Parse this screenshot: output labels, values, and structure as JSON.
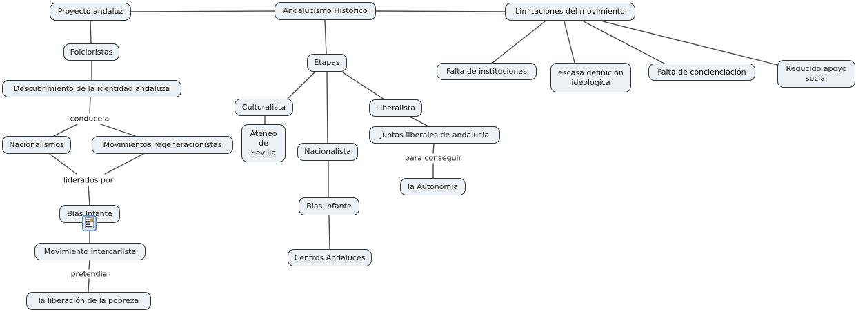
{
  "colors": {
    "background": "#ffffff",
    "node_fill": "#ebf1f4",
    "node_border": "#333333",
    "connector": "#4a4a4a",
    "text": "#141414",
    "resource_icon_border": "#4d7ec3",
    "resource_icon_fill": "#dce9f8"
  },
  "concept_map": {
    "nodes": [
      {
        "id": "proyecto-andaluz",
        "label": "Proyecto andaluz"
      },
      {
        "id": "andalucismo-historico",
        "label": "Andalucismo Histórico"
      },
      {
        "id": "limitaciones-del-movimiento",
        "label": "Limitaciones del movimiento"
      },
      {
        "id": "folcloristas",
        "label": "Folcloristas"
      },
      {
        "id": "descubrimiento-identidad",
        "label": "Descubrimiento de la identidad andaluza"
      },
      {
        "id": "nacionalismos",
        "label": "Nacionalismos"
      },
      {
        "id": "movimientos-regeneracionistas",
        "label": "Movimientos regeneracionistas"
      },
      {
        "id": "blas-infante-1",
        "label": "Blas Infante"
      },
      {
        "id": "movimiento-intercarlista",
        "label": "Movimiento intercarlista"
      },
      {
        "id": "la-liberacion-pobreza",
        "label": "la liberación de la pobreza"
      },
      {
        "id": "etapas",
        "label": "Etapas"
      },
      {
        "id": "culturalista",
        "label": "Culturalista"
      },
      {
        "id": "ateneo-de-sevilla",
        "label": "Ateneo\nde\nSevilla"
      },
      {
        "id": "nacionalista",
        "label": "Nacionalista"
      },
      {
        "id": "liberalista",
        "label": "Liberalista"
      },
      {
        "id": "juntas-liberales-andalucia",
        "label": "Juntas liberales de andalucia"
      },
      {
        "id": "la-autonomia",
        "label": "la Autonomia"
      },
      {
        "id": "blas-infante-2",
        "label": "Blas Infante"
      },
      {
        "id": "centros-andaluces",
        "label": "Centros Andaluces"
      },
      {
        "id": "falta-de-instituciones",
        "label": "Falta de instituciones"
      },
      {
        "id": "escasa-definicion-ideologica",
        "label": "escasa definición\nideologica"
      },
      {
        "id": "falta-de-concienciacion",
        "label": "Falta de concienciación"
      },
      {
        "id": "reducido-apoyo-social",
        "label": "Reducido apoyo\nsocial"
      }
    ],
    "edge_labels": [
      {
        "id": "conduce-a",
        "text": "conduce a"
      },
      {
        "id": "liderados-por",
        "text": "liderados por"
      },
      {
        "id": "pretendia",
        "text": "pretendia"
      },
      {
        "id": "para-conseguir",
        "text": "para conseguir"
      }
    ],
    "icons": [
      {
        "id": "resource-icon",
        "name": "document-resource-icon",
        "attached_node": "blas-infante-1"
      }
    ]
  }
}
